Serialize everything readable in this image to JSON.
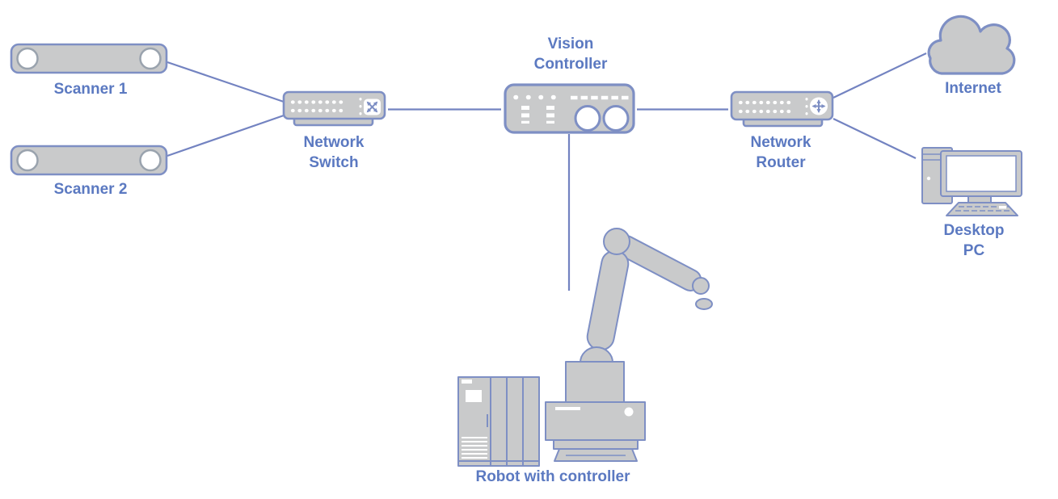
{
  "diagram_type": "network-topology-diagram",
  "colors": {
    "background": "#ffffff",
    "node_fill": "#c9cacb",
    "node_stroke": "#7e8fc4",
    "connector": "#7383c1",
    "label_text": "#5b79c1",
    "scanner_circle_stroke": "#9aa3ae",
    "detail_white": "#ffffff"
  },
  "nodes": [
    {
      "id": "scanner1",
      "label": "Scanner 1",
      "icon": "scanner-bar-icon"
    },
    {
      "id": "scanner2",
      "label": "Scanner 2",
      "icon": "scanner-bar-icon"
    },
    {
      "id": "network-switch",
      "label": "Network\nSwitch",
      "icon": "switch-icon"
    },
    {
      "id": "vision-controller",
      "label": "Vision\nController",
      "icon": "controller-icon"
    },
    {
      "id": "network-router",
      "label": "Network\nRouter",
      "icon": "router-icon"
    },
    {
      "id": "internet",
      "label": "Internet",
      "icon": "cloud-icon"
    },
    {
      "id": "desktop-pc",
      "label": "Desktop PC",
      "icon": "desktop-computer-icon"
    },
    {
      "id": "robot",
      "label": "Robot with controller",
      "icon": "robot-arm-with-cabinet-icon"
    }
  ],
  "connections": [
    {
      "from": "scanner1",
      "to": "network-switch"
    },
    {
      "from": "scanner2",
      "to": "network-switch"
    },
    {
      "from": "network-switch",
      "to": "vision-controller"
    },
    {
      "from": "vision-controller",
      "to": "network-router"
    },
    {
      "from": "vision-controller",
      "to": "robot"
    },
    {
      "from": "network-router",
      "to": "internet"
    },
    {
      "from": "network-router",
      "to": "desktop-pc"
    }
  ]
}
